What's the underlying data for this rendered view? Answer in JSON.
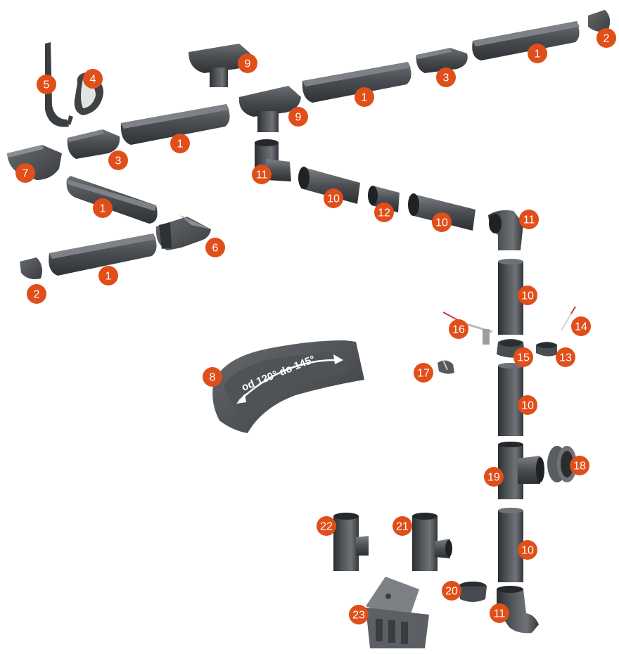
{
  "colors": {
    "part_dark": "#3c4043",
    "part_mid": "#575b5f",
    "part_light": "#7a7e82",
    "badge": "#e04e1a",
    "badge_text": "#ffffff",
    "accent_red": "#d9363e"
  },
  "angle_label": "od 120° do 145°",
  "badges": [
    "1",
    "2",
    "3",
    "4",
    "5",
    "6",
    "7",
    "8",
    "9",
    "10",
    "11",
    "12",
    "13",
    "14",
    "15",
    "16",
    "17",
    "18",
    "19",
    "20",
    "21",
    "22",
    "23"
  ],
  "parts": [
    {
      "name": "gutter-1",
      "badge": "1"
    },
    {
      "name": "gutter-end-cap-2",
      "badge": "2"
    },
    {
      "name": "gutter-connector-3",
      "badge": "3"
    },
    {
      "name": "gutter-hanger-4",
      "badge": "4"
    },
    {
      "name": "gutter-bracket-5",
      "badge": "5"
    },
    {
      "name": "external-corner-6",
      "badge": "6"
    },
    {
      "name": "internal-corner-7",
      "badge": "7"
    },
    {
      "name": "adjustable-corner-8",
      "badge": "8"
    },
    {
      "name": "outlet-9",
      "badge": "9"
    },
    {
      "name": "downpipe-10",
      "badge": "10"
    },
    {
      "name": "elbow-11",
      "badge": "11"
    },
    {
      "name": "pipe-connector-12",
      "badge": "12"
    },
    {
      "name": "pipe-clip-ring-13",
      "badge": "13"
    },
    {
      "name": "pin-14",
      "badge": "14"
    },
    {
      "name": "pipe-clip-15",
      "badge": "15"
    },
    {
      "name": "wall-screw-16",
      "badge": "16"
    },
    {
      "name": "clip-17",
      "badge": "17"
    },
    {
      "name": "reduction-ring-18",
      "badge": "18"
    },
    {
      "name": "tee-branch-19",
      "badge": "19"
    },
    {
      "name": "plug-20",
      "badge": "20"
    },
    {
      "name": "inspection-tee-21",
      "badge": "21"
    },
    {
      "name": "inspection-tee-22",
      "badge": "22"
    },
    {
      "name": "rain-collector-23",
      "badge": "23"
    }
  ]
}
